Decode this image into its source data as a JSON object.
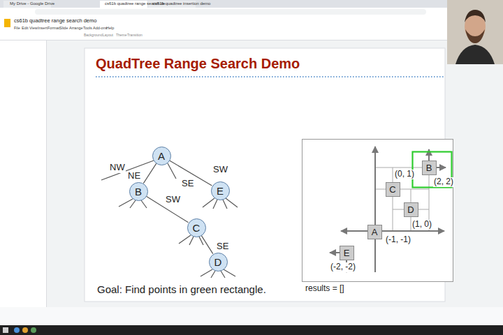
{
  "diagram": {
    "title": "QuadTree Range Search Demo",
    "nodes": [
      {
        "text": [
          "A"
        ]
      },
      {
        "text": [
          "B"
        ]
      },
      {
        "text": [
          "E"
        ]
      },
      {
        "text": [
          "C"
        ]
      },
      {
        "text": [
          "D"
        ]
      },
      {
        "text": [
          "B"
        ]
      },
      {
        "text": [
          "C"
        ]
      },
      {
        "text": [
          "D"
        ]
      },
      {
        "text": [
          "A"
        ]
      },
      {
        "text": [
          "E"
        ]
      }
    ],
    "edges": [
      {
        "from": 0,
        "to": 1,
        "label": "NE",
        "arrow": "none"
      },
      {
        "from": 0,
        "to": 2,
        "label": "SW",
        "arrow": "none"
      },
      {
        "from": 1,
        "to": 3,
        "label": "SW",
        "arrow": "none"
      },
      {
        "from": 3,
        "to": 4,
        "label": "SE",
        "arrow": "none"
      }
    ],
    "labels": [
      "My Drive - Google Drive",
      "cs61b quadtree range search de",
      "cs61b quadtree insertion demo",
      "cs61b quadtree range search demo",
      "File",
      "Edit",
      "View",
      "Insert",
      "Format",
      "Slide",
      "Arrange",
      "Tools",
      "Add-ons",
      "Help",
      "Background",
      "Layout",
      "Theme",
      "Transition",
      "NW",
      "SE",
      "(0, 1)",
      "(2, 2)",
      "(1, 0)",
      "(-1, -1)",
      "(-2, -2)",
      "Goal: Find points in green rectangle.",
      "results = []"
    ]
  }
}
